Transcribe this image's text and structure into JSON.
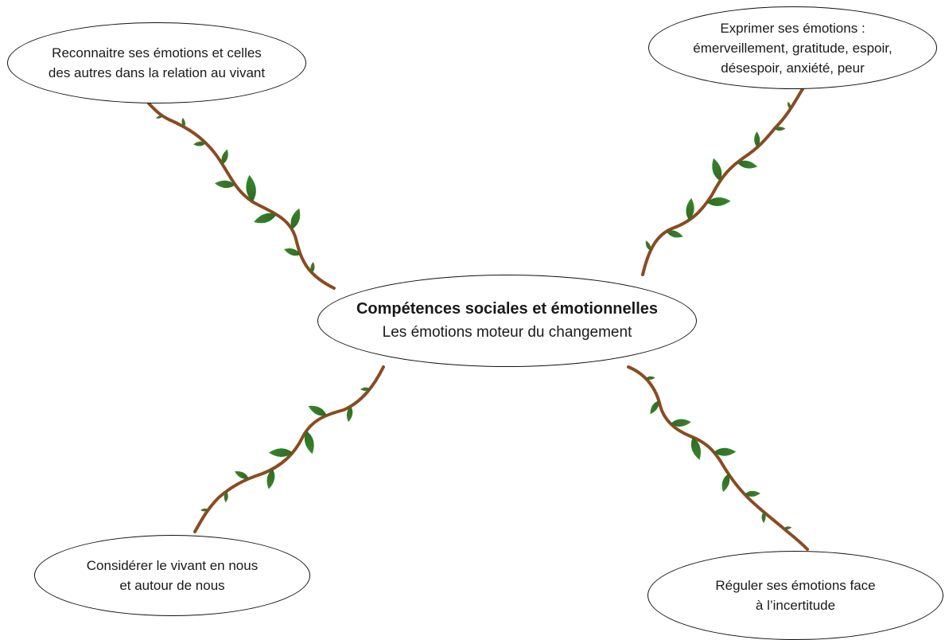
{
  "center": {
    "title": "Compétences sociales et émotionnelles",
    "subtitle": "Les émotions moteur du changement"
  },
  "branches": {
    "top_left": {
      "lines": [
        "Reconnaitre ses émotions et celles",
        "des autres dans la relation au vivant"
      ]
    },
    "top_right": {
      "lines": [
        "Exprimer ses émotions :",
        "émerveillement, gratitude, espoir,",
        "désespoir, anxiété, peur"
      ]
    },
    "bottom_left": {
      "lines": [
        "Considérer le vivant en nous",
        "et autour de nous"
      ]
    },
    "bottom_right": {
      "lines": [
        "Réguler ses émotions face",
        "à l’incertitude"
      ]
    }
  },
  "colors": {
    "vine": "#8a4b22",
    "leaf": "#2f8f2f",
    "leaf_dark": "#1f6e22",
    "leaf_vein": "#8a4b22",
    "bubble_border": "#111111"
  }
}
